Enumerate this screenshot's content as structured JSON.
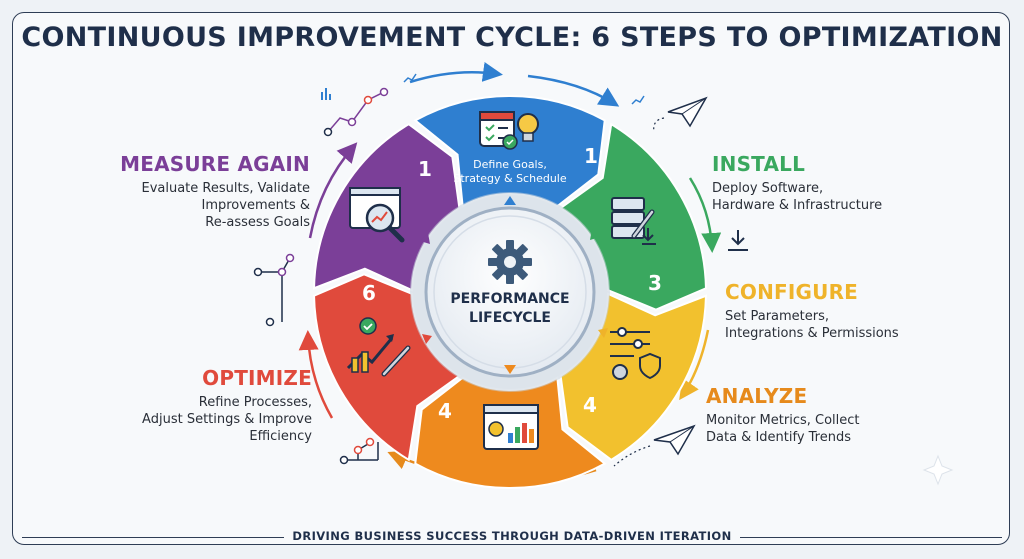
{
  "title": "CONTINUOUS IMPROVEMENT CYCLE: 6 STEPS TO OPTIMIZATION",
  "footer": "DRIVING BUSINESS SUCCESS THROUGH DATA-DRIVEN ITERATION",
  "center": {
    "line1": "PERFORMANCE",
    "line2": "LIFECYCLE"
  },
  "top_segment": {
    "line1": "Define Goals,",
    "line2": "Strategy & Schedule"
  },
  "segment_numbers": {
    "blue": "1",
    "green": "3",
    "yellow": "4",
    "orange": "4",
    "red": "6",
    "purple": "1"
  },
  "steps": {
    "install": {
      "heading": "INSTALL",
      "desc": "Deploy Software,\nHardware & Infrastructure",
      "color": "#3aa85f"
    },
    "configure": {
      "heading": "CONFIGURE",
      "desc": "Set Parameters,\nIntegrations & Permissions",
      "color": "#efb32a"
    },
    "analyze": {
      "heading": "ANALYZE",
      "desc": "Monitor Metrics, Collect\nData & Identify Trends",
      "color": "#e68a1c"
    },
    "optimize": {
      "heading": "OPTIMIZE",
      "desc": "Refine Processes,\nAdjust Settings & Improve\nEfficiency",
      "color": "#e04a3c"
    },
    "measure": {
      "heading": "MEASURE AGAIN",
      "desc": "Evaluate Results, Validate\nImprovements &\nRe-assess Goals",
      "color": "#7b3f98"
    }
  },
  "segment_colors": {
    "blue": "#2f7fd0",
    "green": "#3aa85f",
    "yellow": "#f2c12e",
    "orange": "#ee8a1e",
    "red": "#e04a3c",
    "purple": "#7b3f98"
  },
  "icons": [
    "calendar-checklist-icon",
    "lightbulb-icon",
    "server-wrench-icon",
    "sliders-shield-icon",
    "dashboard-chart-icon",
    "growth-chart-wrench-icon",
    "magnifier-report-icon",
    "gear-icon",
    "paper-plane-icon",
    "download-icon"
  ]
}
